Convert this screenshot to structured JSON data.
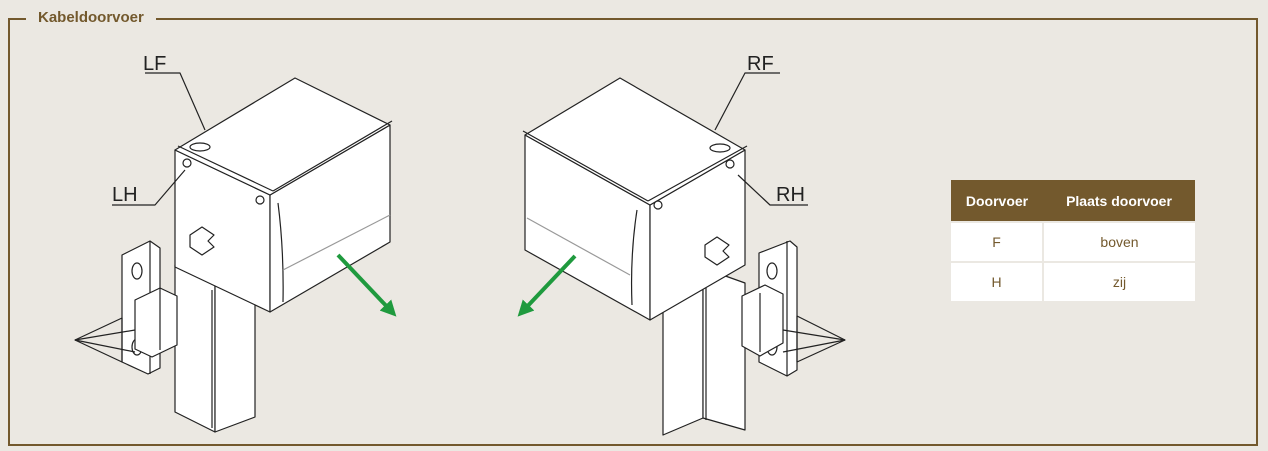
{
  "section": {
    "title": "Kabeldoorvoer"
  },
  "labels": {
    "lf": "LF",
    "lh": "LH",
    "rf": "RF",
    "rh": "RH"
  },
  "table": {
    "headers": [
      "Doorvoer",
      "Plaats doorvoer"
    ],
    "rows": [
      {
        "code": "F",
        "place": "boven"
      },
      {
        "code": "H",
        "place": "zij"
      }
    ]
  },
  "colors": {
    "accent": "#73592d",
    "arrow": "#1f9a3e",
    "background": "#ebe8e2"
  }
}
